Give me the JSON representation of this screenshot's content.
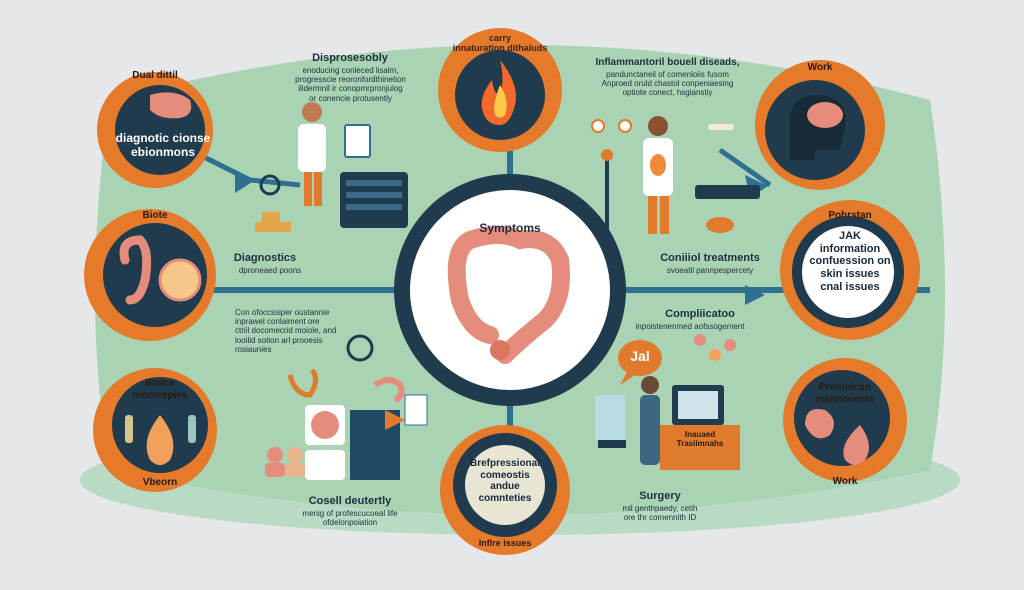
{
  "center": {
    "label": "Symptoms"
  },
  "top_circle": {
    "label": "carry\ninnaturation dithaiuds"
  },
  "bottom_circle": {
    "label": "Brefpressional\ncomeostis\nandue\ncomnteties",
    "caption": "Inflre issues"
  },
  "left_circles": [
    {
      "badge": "Dual dittil",
      "label": "diagnotic cionse\nebionmons"
    },
    {
      "badge": "Biote",
      "label": ""
    },
    {
      "badge": "Blolce\nmonisepies",
      "label": "",
      "footer": "Vbeorn"
    }
  ],
  "right_circles": [
    {
      "badge": "Work",
      "label": ""
    },
    {
      "badge": "Pohrstan",
      "label": "JAK\ninformation\nconfuession on\nskin issues\ncnal issues"
    },
    {
      "badge": "Prmunican\nmanitonents",
      "label": "",
      "footer": "Work"
    }
  ],
  "sections": {
    "top_left": {
      "title": "Disprosesobly",
      "text": "enoducing conleced lisalm,\nprogresscie reoronfordthinetion\nilidermnil ir conopmrpronjulog\nor conencie protusently"
    },
    "top_right": {
      "title": "Inflammantoril bouell diseads,",
      "text": "pandunctaneil of comenloiis fusom\nAnproed oruld chastol conpeniaesing\noptiote conect, hsgianstiy"
    },
    "mid_left": {
      "title": "Diagnostics",
      "text": "dproneaed poons"
    },
    "mid_right": {
      "title": "Coniiiol treatments",
      "text": "svoeatil pannpespercety"
    },
    "lower_left": {
      "title": "",
      "text": "Con ofoccssiper oustannie\ninprawel conlaiment ore\nctriil docomecrid moiole, and\nlooilid sotion arl prooesis\nrosiaunies"
    },
    "lower_right": {
      "title": "Compliicatoo",
      "text": "inpoistenenmed aofssogement"
    },
    "bottom_left": {
      "title": "Cosell deutertly",
      "text": "menig of profescucoeal life\nofdelonpoiation"
    },
    "bottom_right": {
      "title": "Surgery",
      "text": "mil genthpaedy, cetih\nore thr comennith ID"
    }
  },
  "labels": {
    "jal_bubble": "Jal",
    "desk_sign": "Inauaed\nTrasiimnahs"
  },
  "colors": {
    "background": "#e6e7e9",
    "platform": "#a9d3b3",
    "platform_base": "#b8d9c1",
    "ring_orange": "#e47a2a",
    "ring_navy": "#1f3b4d",
    "connector": "#2f6f8f",
    "colon": "#e58c7c"
  }
}
